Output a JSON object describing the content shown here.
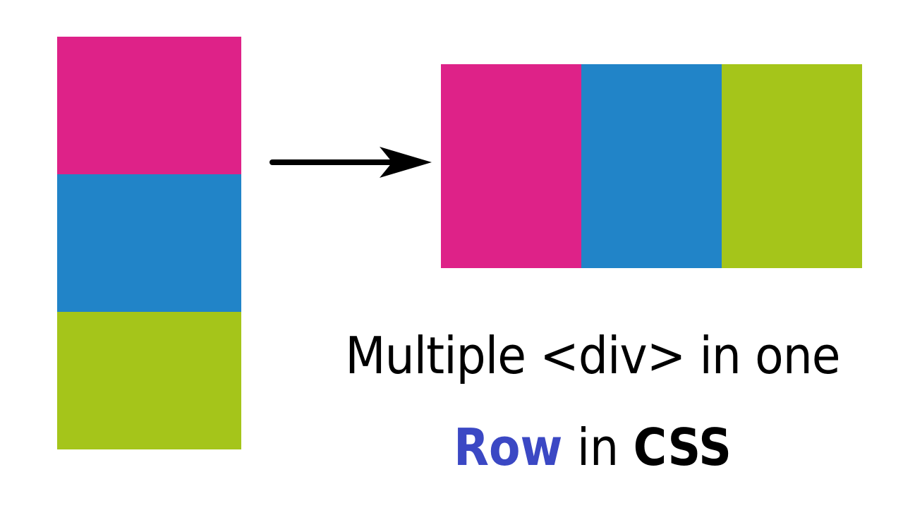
{
  "colors": {
    "pink": "#DE2288",
    "blue": "#2184C8",
    "green": "#A5C51A",
    "arrow": "#000000",
    "accent_text": "#3B48C4",
    "text": "#000000"
  },
  "left_stack": {
    "boxes": [
      {
        "color": "#DE2288"
      },
      {
        "color": "#2184C8"
      },
      {
        "color": "#A5C51A"
      }
    ]
  },
  "right_row": {
    "boxes": [
      {
        "color": "#DE2288"
      },
      {
        "color": "#2184C8"
      },
      {
        "color": "#A5C51A"
      }
    ]
  },
  "arrow": {
    "icon": "arrow-right-icon"
  },
  "caption": {
    "line1": "Multiple <div> in one",
    "line2_word1": "Row",
    "line2_word2": "in",
    "line2_word3": "CSS"
  }
}
